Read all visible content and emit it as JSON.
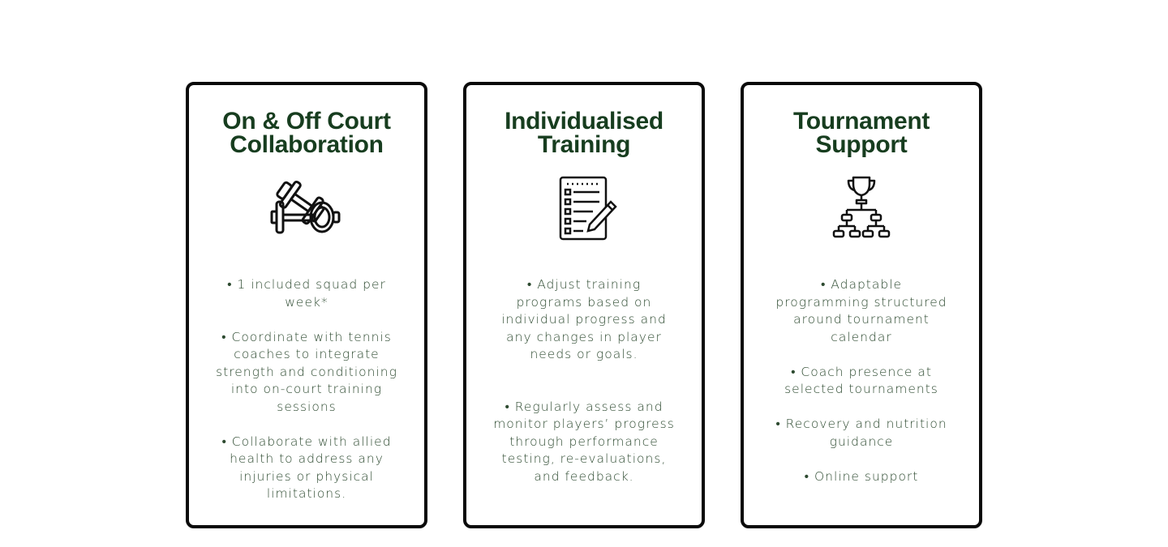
{
  "cards": [
    {
      "title": "On & Off Court\nCollaboration",
      "icon": "dumbbells-icon",
      "bullets": [
        "• 1 included squad per\nweek*",
        "• Coordinate with tennis\ncoaches to integrate\nstrength and conditioning\ninto on-court training\nsessions",
        "• Collaborate with allied\nhealth to address any\ninjuries or physical\nlimitations."
      ]
    },
    {
      "title": "Individualised\nTraining",
      "icon": "checklist-pencil-icon",
      "bullets": [
        "• Adjust training\nprograms based on\nindividual progress and\nany changes in player\nneeds or goals.",
        "• Regularly assess and\nmonitor players’ progress\nthrough performance\ntesting, re-evaluations,\nand feedback."
      ]
    },
    {
      "title": "Tournament\nSupport",
      "icon": "trophy-bracket-icon",
      "bullets": [
        "• Adaptable\nprogramming structured\naround tournament\ncalendar",
        "• Coach presence at\nselected tournaments",
        "• Recovery and nutrition\nguidance",
        "• Online support"
      ]
    }
  ]
}
